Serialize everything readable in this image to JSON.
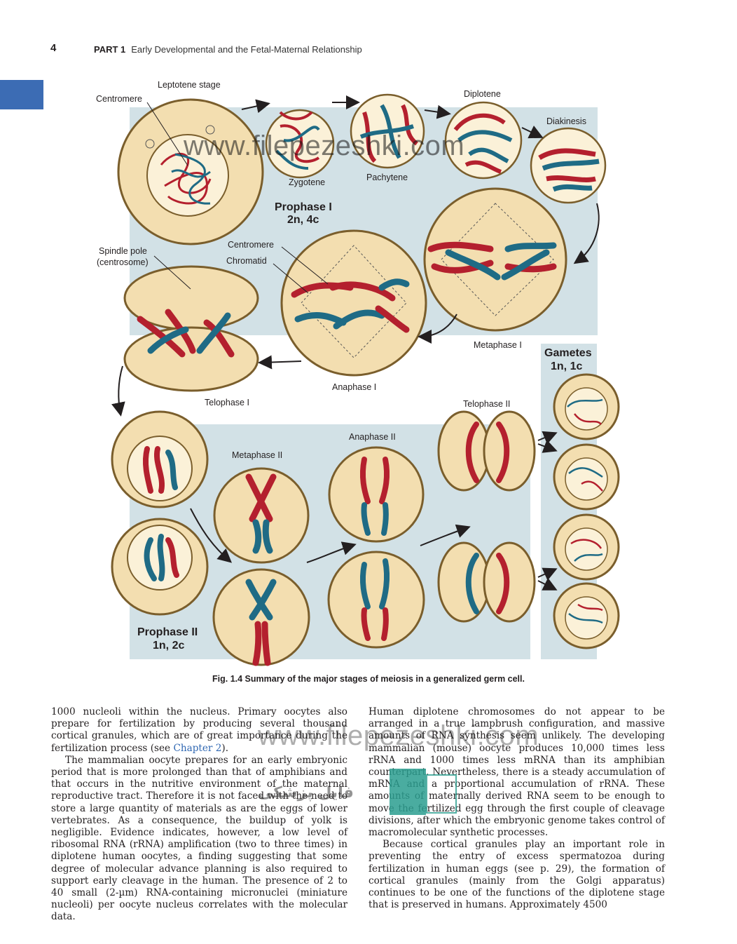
{
  "header": {
    "page_number": "4",
    "part_label": "PART 1",
    "part_title": "Early Developmental and the Fetal-Maternal Relationship"
  },
  "figure": {
    "labels": {
      "leptotene": "Leptotene stage",
      "centromere_top": "Centromere",
      "zygotene": "Zygotene",
      "pachytene": "Pachytene",
      "diplotene": "Diplotene",
      "diakinesis": "Diakinesis",
      "prophase1_title": "Prophase I",
      "prophase1_ploidy": "2n, 4c",
      "spindle_pole": "Spindle pole",
      "centrosome": "(centrosome)",
      "centromere_mid": "Centromere",
      "chromatid": "Chromatid",
      "metaphase1": "Metaphase I",
      "anaphase1": "Anaphase I",
      "telophase1": "Telophase I",
      "gametes_title": "Gametes",
      "gametes_ploidy": "1n, 1c",
      "telophase2": "Telophase II",
      "anaphase2": "Anaphase II",
      "metaphase2": "Metaphase II",
      "prophase2_title": "Prophase II",
      "prophase2_ploidy": "1n, 2c"
    },
    "colors": {
      "panel": "#d2e1e6",
      "cell": "#f3deb0",
      "nucleus": "#fbf1d8",
      "outline": "#7a5e2c",
      "red": "#b4202e",
      "blue": "#1f6b85"
    },
    "caption": "Fig. 1.4 Summary of the major stages of meiosis in a generalized germ cell."
  },
  "body": {
    "left_p1_before": "1000 nucleoli within the nucleus. Primary oocytes also prepare for fertilization by producing several thousand cortical granules, which are of great importance during the fertilization process (see ",
    "left_p1_link": "Chapter 2",
    "left_p1_after": ").",
    "left_p2": "The mammalian oocyte prepares for an early embryonic period that is more prolonged than that of amphibians and that occurs in the nutritive environment of the maternal reproductive tract. Therefore it is not faced with the need to store a large quantity of materials as are the eggs of lower vertebrates. As a consequence, the buildup of yolk is negligible. Evidence indicates, however, a low level of ribosomal RNA (rRNA) amplification (two to three times) in diplotene human oocytes, a finding suggesting that some degree of molecular advance planning is also required to support early cleavage in the human. The presence of 2 to 40 small (2-µm) RNA-containing micronuclei (miniature nucleoli) per oocyte nucleus correlates with the molecular data.",
    "right_p1": "Human diplotene chromosomes do not appear to be arranged in a true lampbrush configuration, and massive amounts of RNA synthesis seem unlikely. The developing mammalian (mouse) oocyte produces 10,000 times less rRNA and 1000 times less mRNA than its amphibian counterpart. Nevertheless, there is a steady accumulation of mRNA and a proportional accumulation of rRNA. These amounts of maternally derived RNA seem to be enough to move the fertilized egg through the first couple of cleavage divisions, after which the embryonic genome takes control of macromolecular synthetic processes.",
    "right_p2": "Because cortical granules play an important role in preventing the entry of excess spermatozoa during fertilization in human eggs (see p. 29), the formation of cortical granules (mainly from the Golgi apparatus) continues to be one of the functions of the diplotene stage that is preserved in humans. Approximately 4500"
  },
  "watermark": {
    "url": "www.filepezeshki.com",
    "brand": "فایل پزشکی"
  }
}
